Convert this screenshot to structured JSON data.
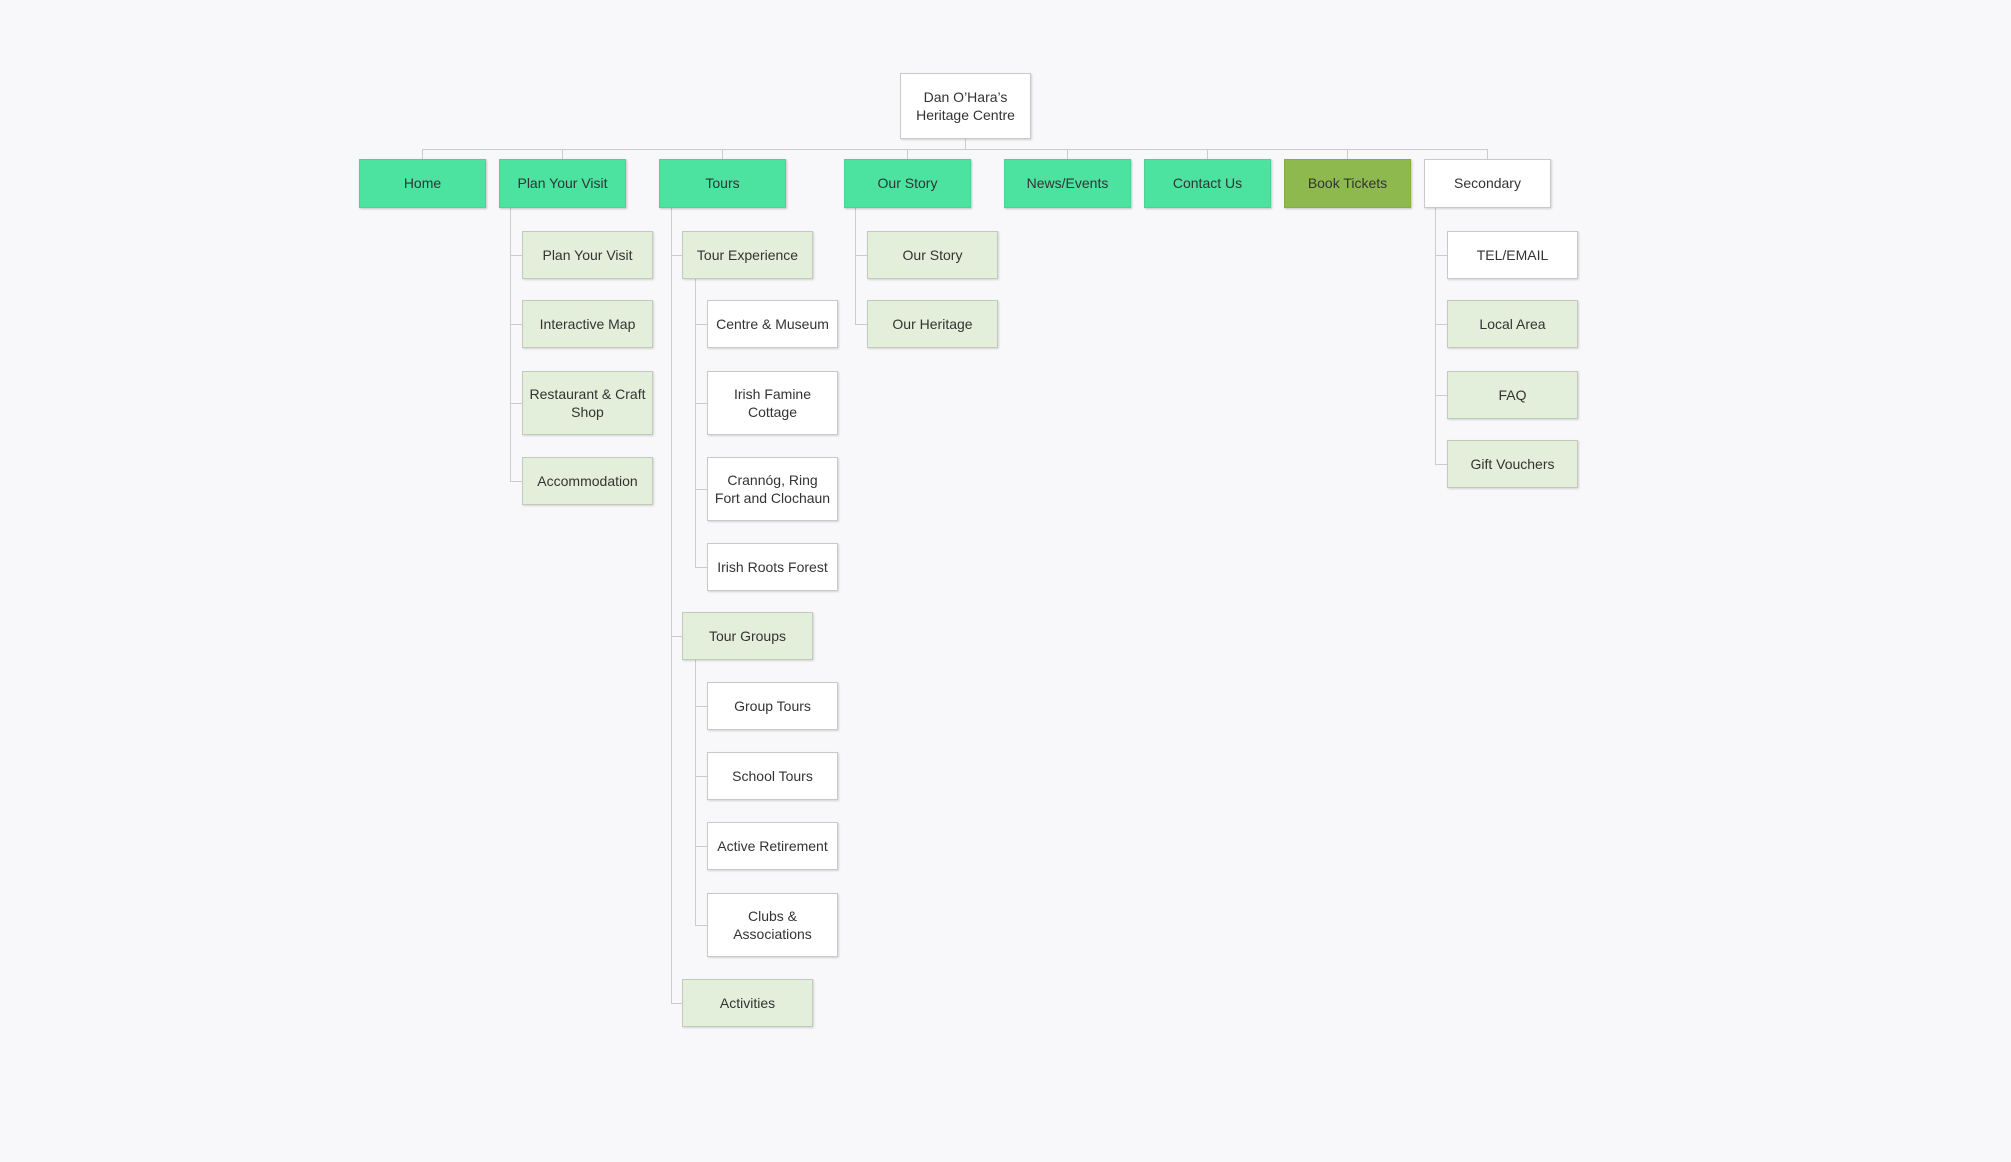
{
  "colors": {
    "primary_green": "#4ce2a0",
    "accent_olive": "#8eb94e",
    "child_green": "#e4efdb",
    "box_white": "#ffffff",
    "line": "#cccccc",
    "background": "#f8f8fa"
  },
  "root_label": "Dan O’Hara’s Heritage Centre",
  "level1": [
    "Home",
    "Plan Your Visit",
    "Tours",
    "Our Story",
    "News/Events",
    "Contact Us",
    "Book Tickets",
    "Secondary"
  ],
  "plan_your_visit_children": [
    "Plan Your Visit",
    "Interactive Map",
    "Restaurant & Craft Shop",
    "Accommodation"
  ],
  "tours_children": [
    "Tour Experience",
    "Tour Groups",
    "Activities"
  ],
  "tour_experience_children": [
    "Centre & Museum",
    "Irish Famine Cottage",
    "Crannóg, Ring Fort and Clochaun",
    "Irish Roots Forest"
  ],
  "tour_groups_children": [
    "Group Tours",
    "School Tours",
    "Active Retirement",
    "Clubs & Associations"
  ],
  "our_story_children": [
    "Our Story",
    "Our Heritage"
  ],
  "secondary_children": [
    "TEL/EMAIL",
    "Local Area",
    "FAQ",
    "Gift Vouchers"
  ]
}
